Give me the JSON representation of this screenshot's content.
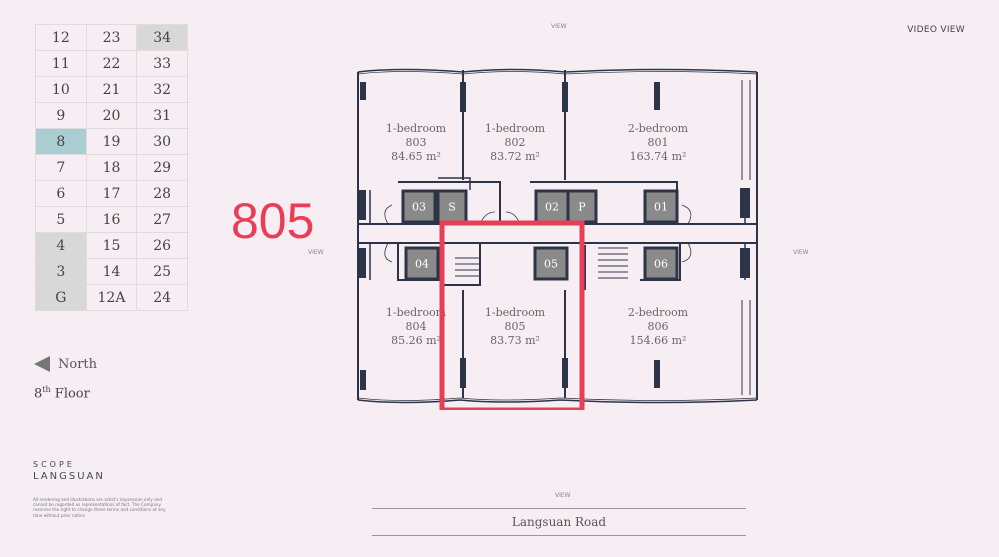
{
  "floor_grid": [
    [
      "12",
      "23",
      "34"
    ],
    [
      "11",
      "22",
      "33"
    ],
    [
      "10",
      "21",
      "32"
    ],
    [
      "9",
      "20",
      "31"
    ],
    [
      "8",
      "19",
      "30"
    ],
    [
      "7",
      "18",
      "29"
    ],
    [
      "6",
      "17",
      "28"
    ],
    [
      "5",
      "16",
      "27"
    ],
    [
      "4",
      "15",
      "26"
    ],
    [
      "3",
      "14",
      "25"
    ],
    [
      "G",
      "12A",
      "24"
    ]
  ],
  "active_floor": "8",
  "disabled_floors": [
    "34",
    "4",
    "3",
    "G"
  ],
  "north_label": "North",
  "floor_label": {
    "number": "8",
    "suffix": "th",
    "word": "Floor"
  },
  "logo": {
    "line1": "SCOPE",
    "line2": "LANGSUAN"
  },
  "disclaimer": "All rendering and illustrations are artist's impression only and cannot be regarded as representations of fact. The Company reserves the right to change these terms and conditions at any time without prior notice",
  "video_view": "VIDEO VIEW",
  "view_label": "VIEW",
  "selected_unit": "805",
  "road": "Langsuan Road",
  "units": [
    {
      "type": "1-bedroom",
      "no": "803",
      "area": "84.65 m²"
    },
    {
      "type": "1-bedroom",
      "no": "802",
      "area": "83.72 m²"
    },
    {
      "type": "2-bedroom",
      "no": "801",
      "area": "163.74 m²"
    },
    {
      "type": "1-bedroom",
      "no": "804",
      "area": "85.26 m²"
    },
    {
      "type": "1-bedroom",
      "no": "805",
      "area": "83.73 m²"
    },
    {
      "type": "2-bedroom",
      "no": "806",
      "area": "154.66 m²"
    }
  ],
  "lifts": [
    "03",
    "S",
    "02",
    "P",
    "01",
    "04",
    "05",
    "06"
  ],
  "colors": {
    "background": "#f6eef3",
    "highlight": "#e83e58",
    "active_floor": "#a9cdd1",
    "disabled_floor": "#d8d8d8",
    "walls": "#2d3447"
  }
}
